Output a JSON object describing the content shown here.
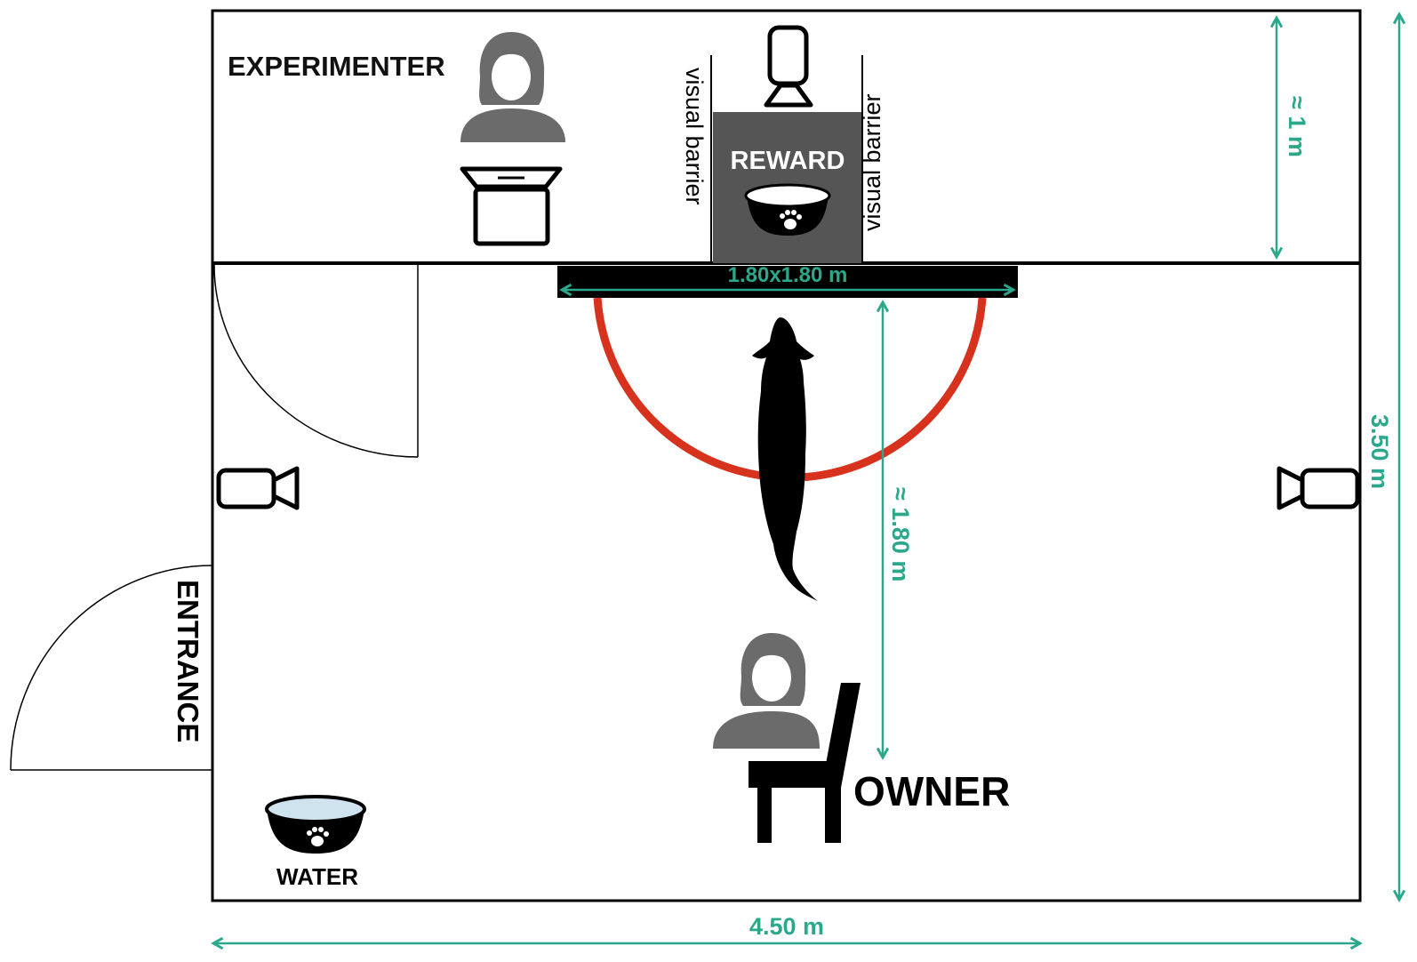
{
  "labels": {
    "experimenter": "EXPERIMENTER",
    "reward": "REWARD",
    "visual_barrier_left": "visual barrier",
    "visual_barrier_right": "visual barrier",
    "entrance": "ENTRANCE",
    "owner": "OWNER",
    "water": "WATER"
  },
  "dimensions": {
    "barrier_size": "1.80x1.80 m",
    "experimenter_zone_depth": "≈ 1 m",
    "dog_to_owner": "≈ 1.80 m",
    "room_length": "3.50 m",
    "room_width": "4.50 m"
  },
  "colors": {
    "dimension": "#2ba88c",
    "semicircle": "#d7321d",
    "figure_gray": "#6b6b6b",
    "reward_box": "#555555",
    "black": "#000000"
  },
  "icons": [
    "person-icon",
    "laptop-icon",
    "video-camera-icon",
    "dog-icon",
    "bowl-icon",
    "chair-icon",
    "camera-stand-icon"
  ]
}
